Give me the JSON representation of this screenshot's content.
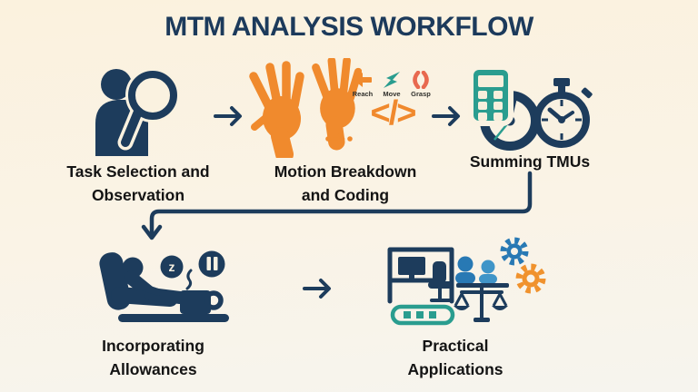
{
  "header": {
    "title": "MTM ANALYSIS WORKFLOW"
  },
  "steps": [
    {
      "id": "task-selection",
      "line1": "Task Selection and",
      "line2": "Observation"
    },
    {
      "id": "motion-breakdown",
      "line1": "Motion Breakdown",
      "line2": "and Coding"
    },
    {
      "id": "summing-tmus",
      "line1": "Summing TMUs",
      "line2": ""
    },
    {
      "id": "incorporating-allowances",
      "line1": "Incorporating",
      "line2": "Allowances"
    },
    {
      "id": "practical-applications",
      "line1": "Practical",
      "line2": "Applications"
    }
  ],
  "motion_codes": {
    "reach": "Reach",
    "move": "Move",
    "grasp": "Grasp"
  },
  "code_glyph": "</>",
  "sleep_letter": "z",
  "palette": {
    "background": "#faf3e4",
    "navy": "#1d3c5c",
    "title_navy": "#1c3a5b",
    "label_ink": "#141414",
    "orange": "#f08a2d",
    "teal": "#2a9d8f",
    "coral": "#e8694f",
    "blue": "#2879b4",
    "light_blue": "#4095c8",
    "gear_orange": "#f0922d"
  }
}
